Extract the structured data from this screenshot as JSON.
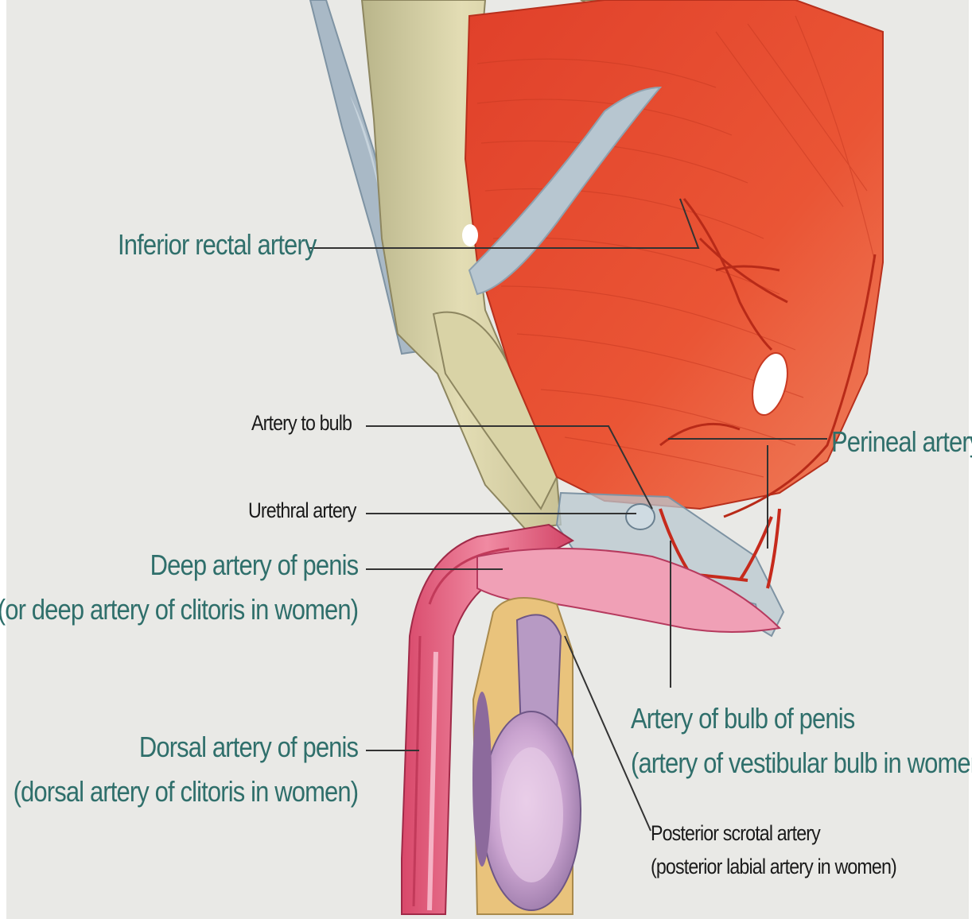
{
  "figure": {
    "labels": {
      "inferior_rectal": "Inferior rectal artery",
      "artery_to_bulb": "Artery to bulb",
      "perineal": "Perineal artery",
      "urethral": "Urethral artery",
      "deep_penis_1": "Deep artery of penis",
      "deep_penis_2": "(or deep artery of clitoris in women)",
      "bulb_penis_1": "Artery of bulb of penis",
      "bulb_penis_2": "(artery of vestibular bulb in women)",
      "dorsal_penis_1": "Dorsal artery of penis",
      "dorsal_penis_2": "(dorsal artery of clitoris in women)",
      "posterior_scrotal_1": "Posterior scrotal artery",
      "posterior_scrotal_2": "(posterior labial artery in women)"
    },
    "colors": {
      "background": "#e9e9e6",
      "muscle": "#e8452c",
      "bone": "#d8d2a8",
      "skin": "#e05a7a",
      "teal_label": "#2f6f6b",
      "dark_label": "#1a1a1a"
    }
  }
}
